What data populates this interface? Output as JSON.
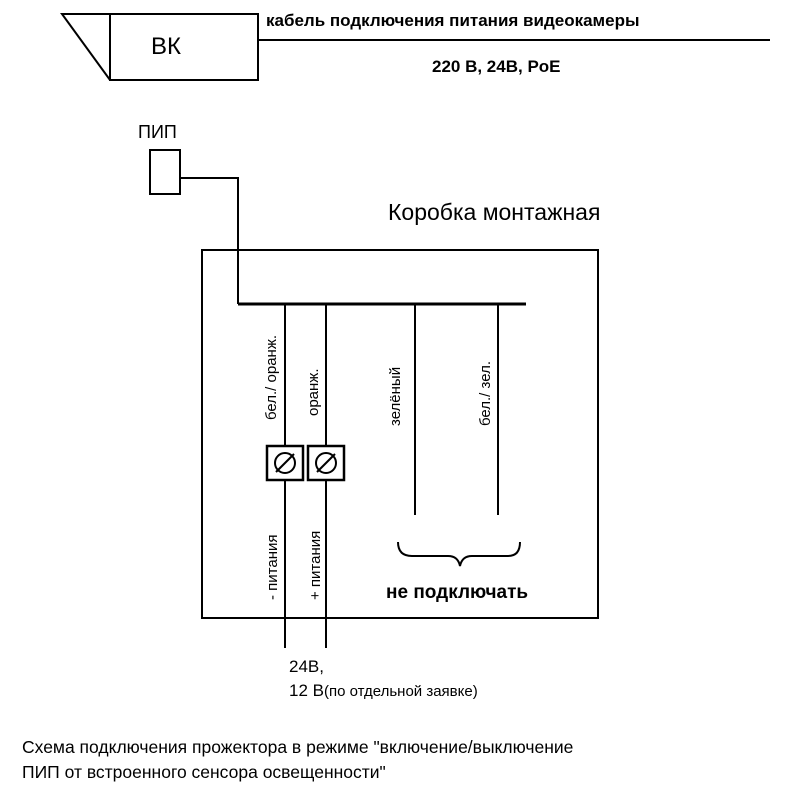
{
  "header": {
    "device_label": "ВК",
    "cable_title": "кабель подключения питания видеокамеры",
    "power_options": "220 В, 24В, PoE"
  },
  "sensor": {
    "label": "ПИП"
  },
  "box": {
    "title": "Коробка монтажная"
  },
  "wires": {
    "white_orange": "бел./ оранж.",
    "orange": "оранж.",
    "green": "зелёный",
    "white_green": "бел./ зел."
  },
  "terminals": {
    "minus_label": "- питания",
    "plus_label": "+ питания"
  },
  "unused_note": "не подключать",
  "supply": {
    "line1": "24В,",
    "line2_voltage": "12 В",
    "line2_note": "(по отдельной заявке)"
  },
  "caption": {
    "line1": "Схема подключения прожектора  в  режиме \"включение/выключение",
    "line2": "ПИП от встроенного сенсора  освещенности\""
  }
}
